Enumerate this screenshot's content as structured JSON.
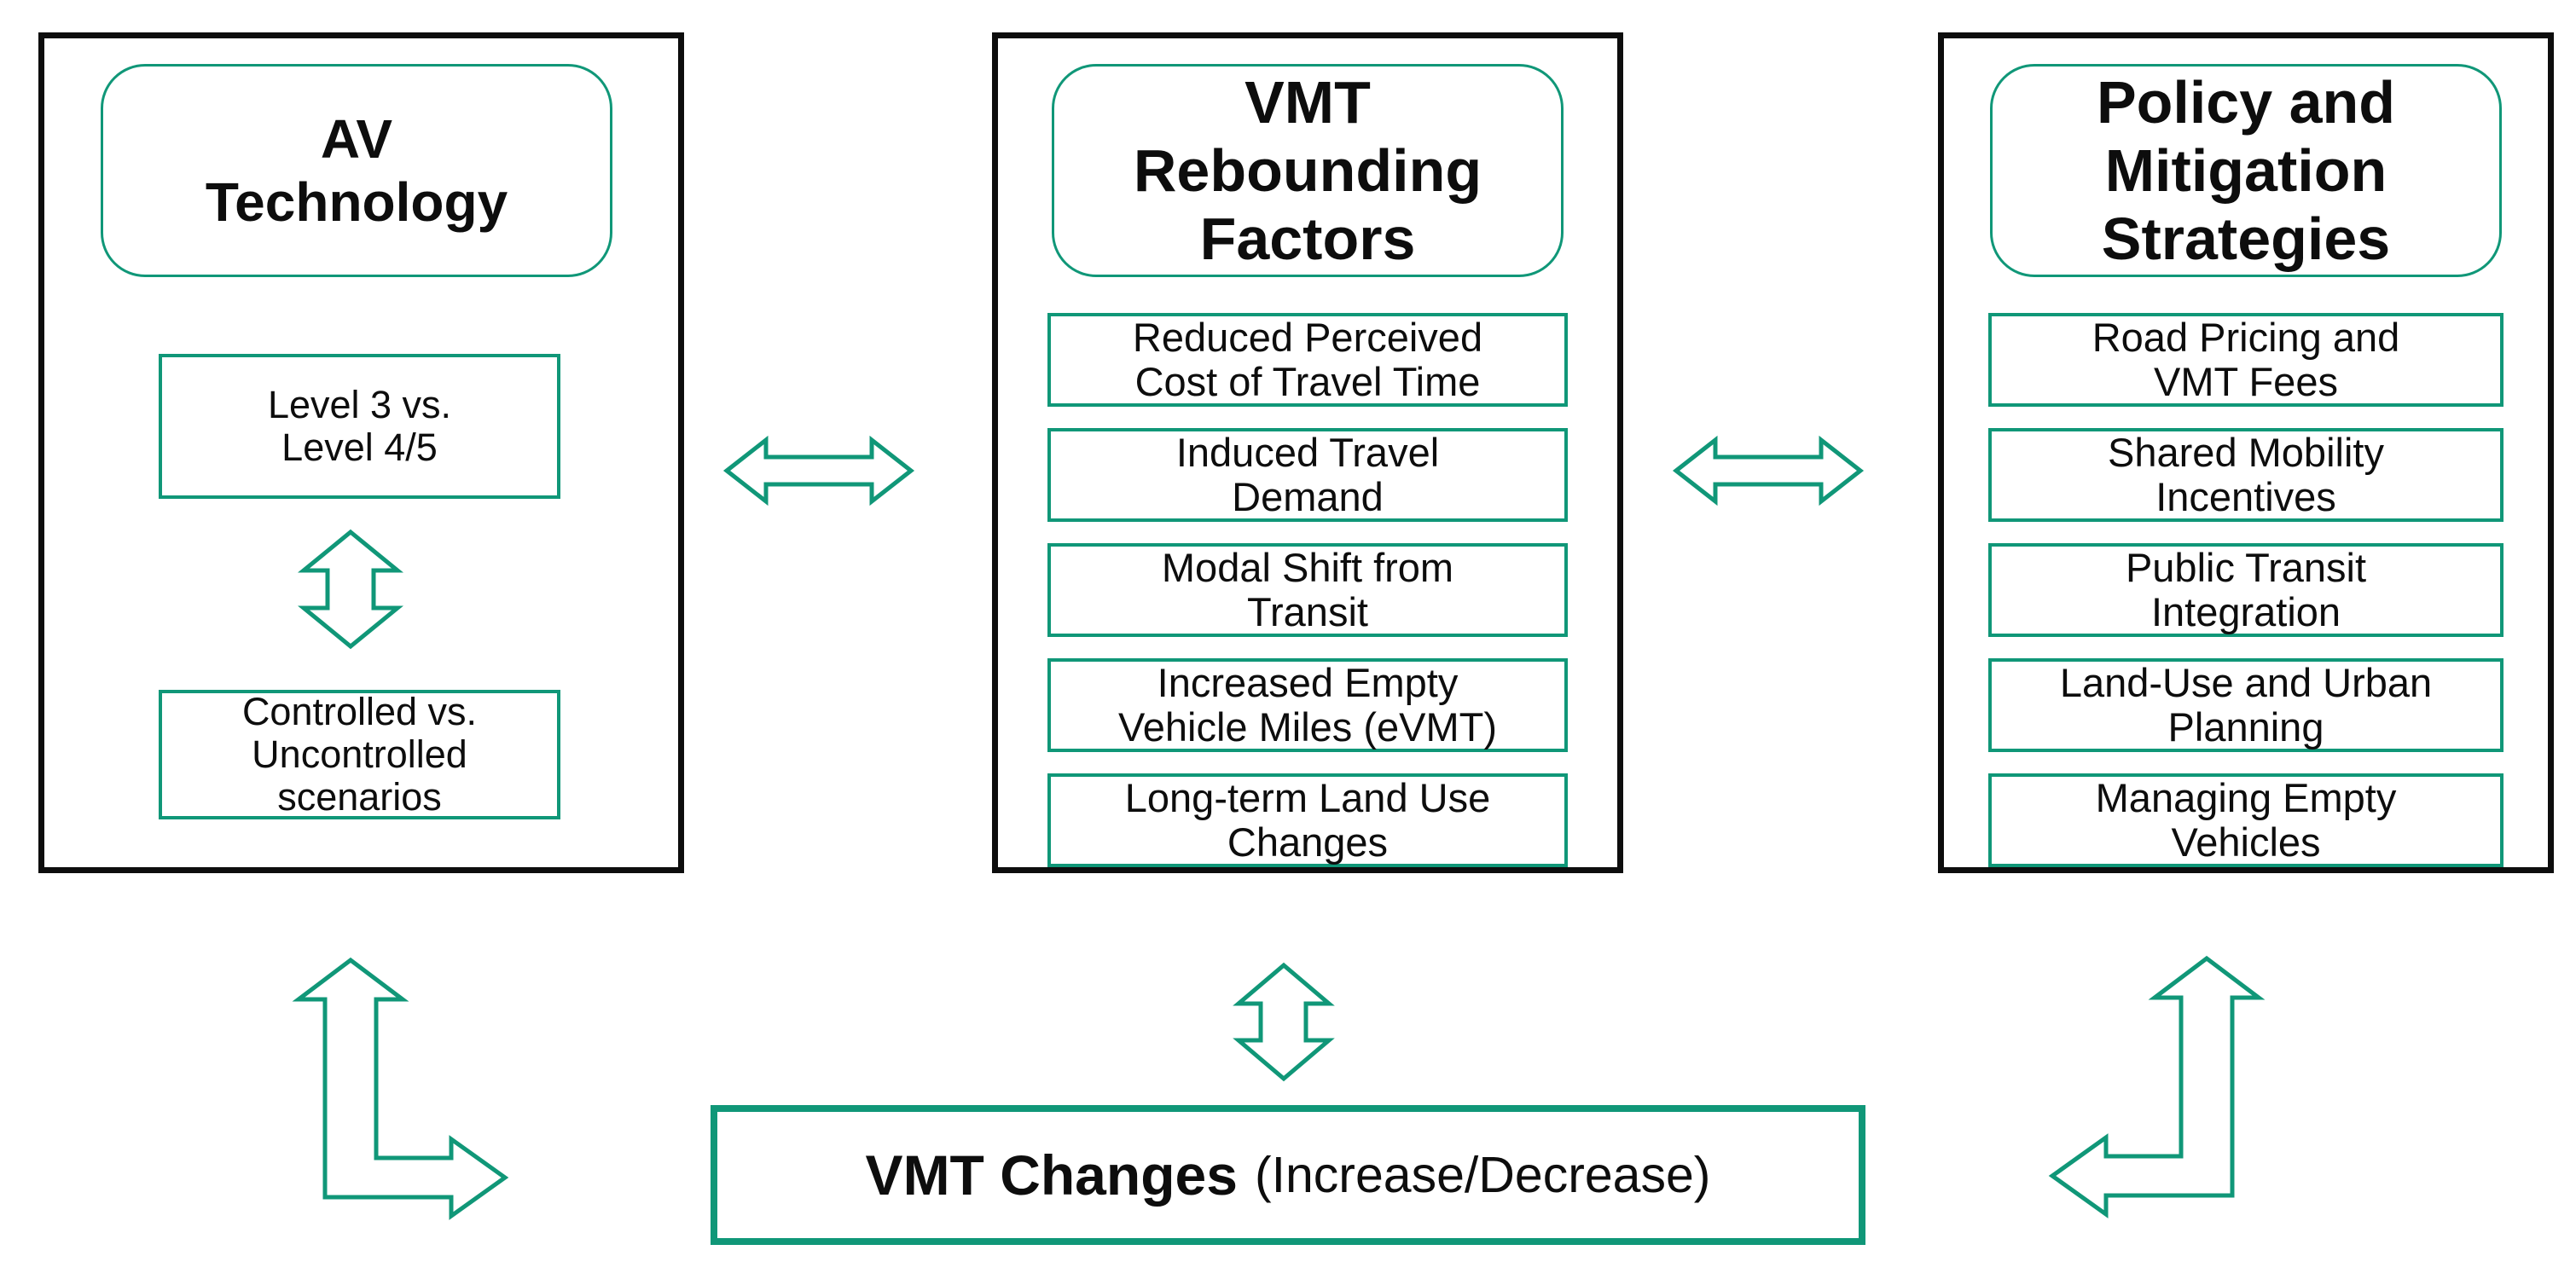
{
  "colors": {
    "accent": "#109778",
    "ink": "#0d0d0d"
  },
  "panels": [
    {
      "title": "AV\nTechnology",
      "items": [
        "Level 3 vs.\nLevel 4/5",
        "Controlled vs.\nUncontrolled\nscenarios"
      ]
    },
    {
      "title": "VMT\nRebounding\nFactors",
      "items": [
        "Reduced Perceived\nCost of Travel Time",
        "Induced Travel\nDemand",
        "Modal Shift from\nTransit",
        "Increased Empty\nVehicle Miles (eVMT)",
        "Long-term Land Use\nChanges"
      ]
    },
    {
      "title": "Policy and\nMitigation\nStrategies",
      "items": [
        "Road Pricing and\nVMT Fees",
        "Shared Mobility\nIncentives",
        "Public Transit\nIntegration",
        "Land-Use and Urban\nPlanning",
        "Managing Empty\nVehicles"
      ]
    }
  ],
  "outcome": {
    "label_bold": "VMT Changes",
    "label_note": "(Increase/Decrease)"
  },
  "arrows": [
    {
      "name": "av-tech-to-vmt-factors-double-arrow",
      "type": "double-horizontal"
    },
    {
      "name": "vmt-factors-to-policy-double-arrow",
      "type": "double-horizontal"
    },
    {
      "name": "level-to-scenarios-double-arrow",
      "type": "double-vertical"
    },
    {
      "name": "vmt-factors-to-vmt-changes-double-arrow",
      "type": "double-vertical"
    },
    {
      "name": "av-tech-to-vmt-changes-elbow-arrow",
      "type": "elbow-down-right"
    },
    {
      "name": "policy-to-vmt-changes-elbow-arrow",
      "type": "elbow-down-left"
    }
  ]
}
